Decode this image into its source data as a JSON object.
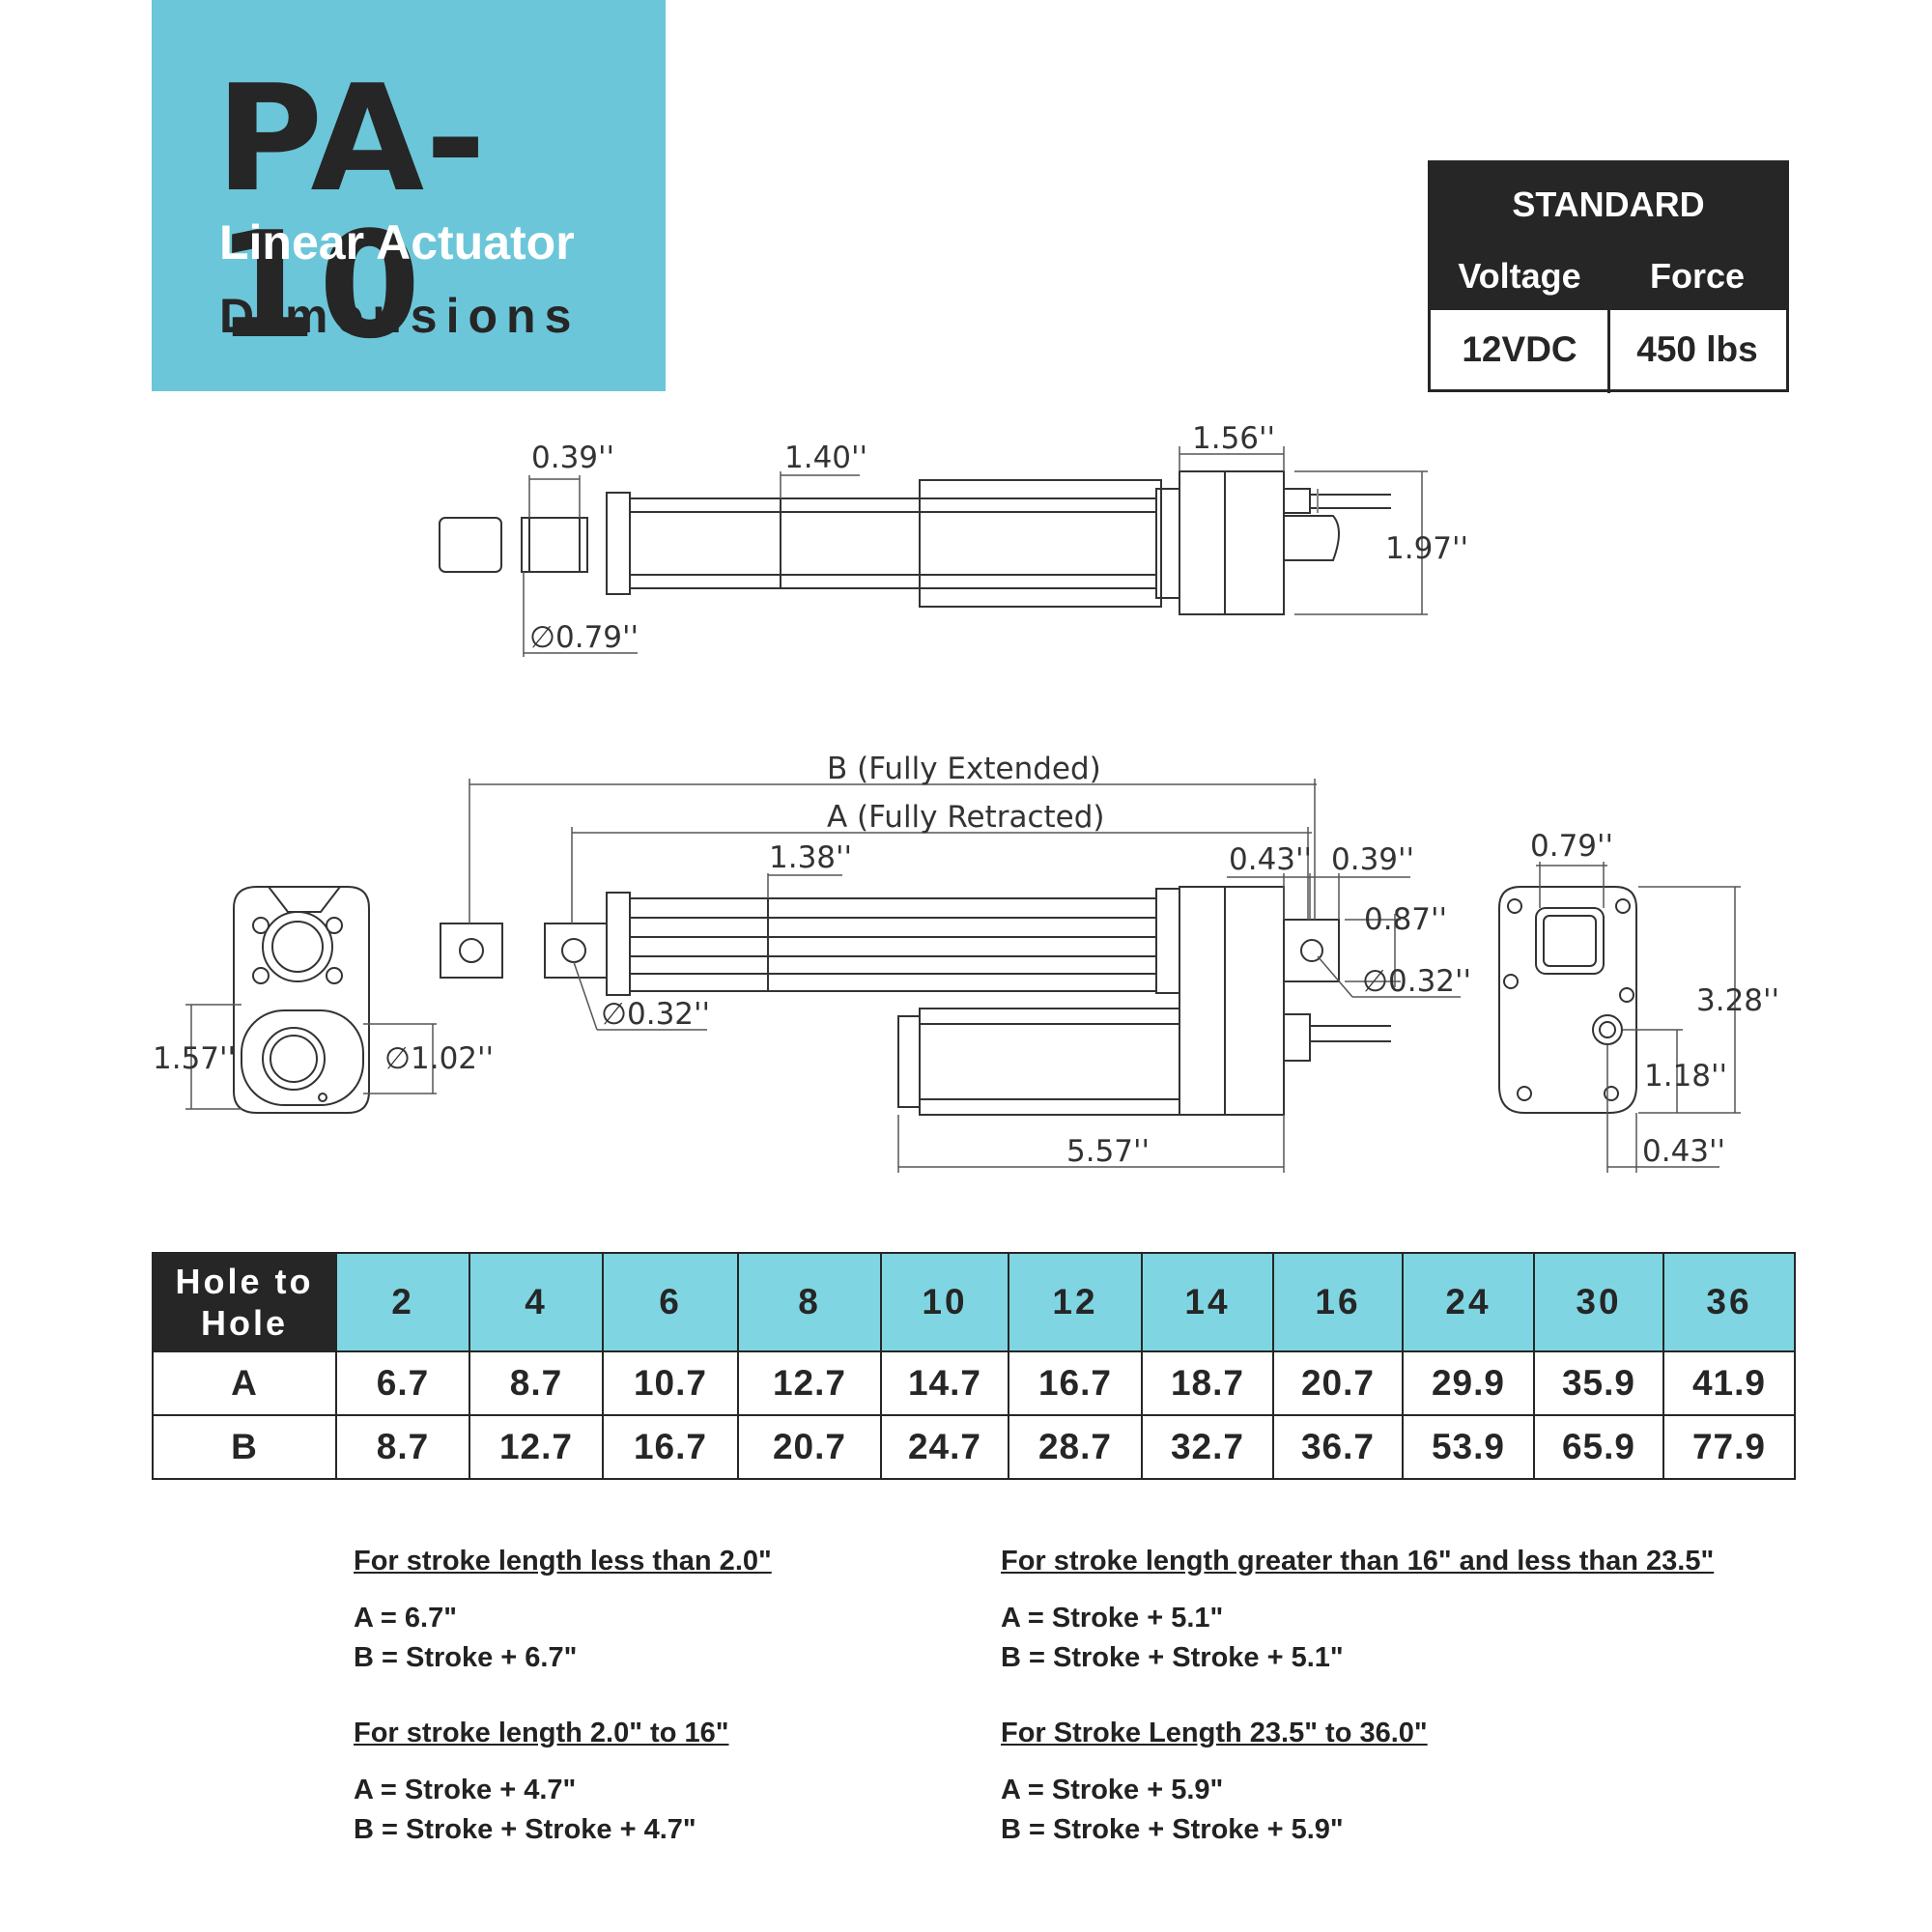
{
  "title_block": {
    "model": "PA-10",
    "subtitle": "Linear Actuator",
    "caption": "Dimensions"
  },
  "spec_table": {
    "heading": "STANDARD",
    "columns": [
      "Voltage",
      "Force"
    ],
    "values": [
      "12VDC",
      "450 lbs"
    ]
  },
  "drawing": {
    "top_view": {
      "rod_end_width": "0.39''",
      "rod_length_mark": "1.40''",
      "gearbox_width": "1.56''",
      "height": "1.97''",
      "rod_diameter": "∅0.79''"
    },
    "side_view": {
      "extended_label": "B (Fully Extended)",
      "retracted_label": "A (Fully Retracted)",
      "rod_offset": "1.38''",
      "clevis_gap": "0.43''",
      "clevis_width": "0.39''",
      "clevis_height": "0.87''",
      "rear_hole": "∅0.32''",
      "front_hole": "∅0.32''",
      "motor_length": "5.57''"
    },
    "front_end_view": {
      "motor_height": "1.57''",
      "motor_diameter": "∅1.02''"
    },
    "rear_end_view": {
      "tube_width": "0.79''",
      "total_height": "3.28''",
      "mount_height": "1.18''",
      "mount_offset": "0.43''"
    }
  },
  "hole_to_hole_table": {
    "row_header": [
      "Hole to",
      "Hole"
    ],
    "strokes": [
      "2",
      "4",
      "6",
      "8",
      "10",
      "12",
      "14",
      "16",
      "24",
      "30",
      "36"
    ],
    "rows": [
      {
        "label": "A",
        "values": [
          "6.7",
          "8.7",
          "10.7",
          "12.7",
          "14.7",
          "16.7",
          "18.7",
          "20.7",
          "29.9",
          "35.9",
          "41.9"
        ]
      },
      {
        "label": "B",
        "values": [
          "8.7",
          "12.7",
          "16.7",
          "20.7",
          "24.7",
          "28.7",
          "32.7",
          "36.7",
          "53.9",
          "65.9",
          "77.9"
        ]
      }
    ]
  },
  "formulas": [
    {
      "heading": "For stroke length less than 2.0\"",
      "lines": [
        "A = 6.7\"",
        "B = Stroke + 6.7\""
      ]
    },
    {
      "heading": "For stroke length greater than 16\" and less than 23.5\"",
      "lines": [
        "A = Stroke + 5.1\"",
        "B = Stroke + Stroke + 5.1\""
      ]
    },
    {
      "heading": "For stroke length 2.0\" to 16\"",
      "lines": [
        "A = Stroke + 4.7\"",
        "B = Stroke + Stroke + 4.7\""
      ]
    },
    {
      "heading": "For Stroke Length 23.5\" to 36.0\"",
      "lines": [
        "A = Stroke + 5.9\"",
        "B = Stroke + Stroke + 5.9\""
      ]
    }
  ],
  "colors": {
    "accent": "#6cc6d9",
    "table_header": "#7fd6e2",
    "dark": "#262626"
  }
}
